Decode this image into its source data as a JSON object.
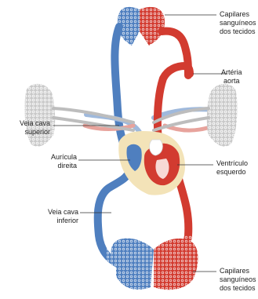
{
  "labels": {
    "capilares_top": [
      "Capilares",
      "sanguíneos",
      "dos tecidos"
    ],
    "arteria_aorta": [
      "Artéria",
      "aorta"
    ],
    "veia_cava_superior": [
      "Veia cava",
      "superior"
    ],
    "auricula_direita": [
      "Aurícula",
      "direita"
    ],
    "ventriculo_esquerdo": [
      "Ventrículo",
      "esquerdo"
    ],
    "veia_cava_inferior": [
      "Veia cava",
      "inferior"
    ],
    "capilares_bottom": [
      "Capilares",
      "sanguíneos",
      "dos tecidos"
    ]
  },
  "colors": {
    "venous": "#4f7fbf",
    "arterial": "#d23b30",
    "lung": "#c9c9c9",
    "heart_sac": "#f3e3b8",
    "leader": "#333333"
  }
}
